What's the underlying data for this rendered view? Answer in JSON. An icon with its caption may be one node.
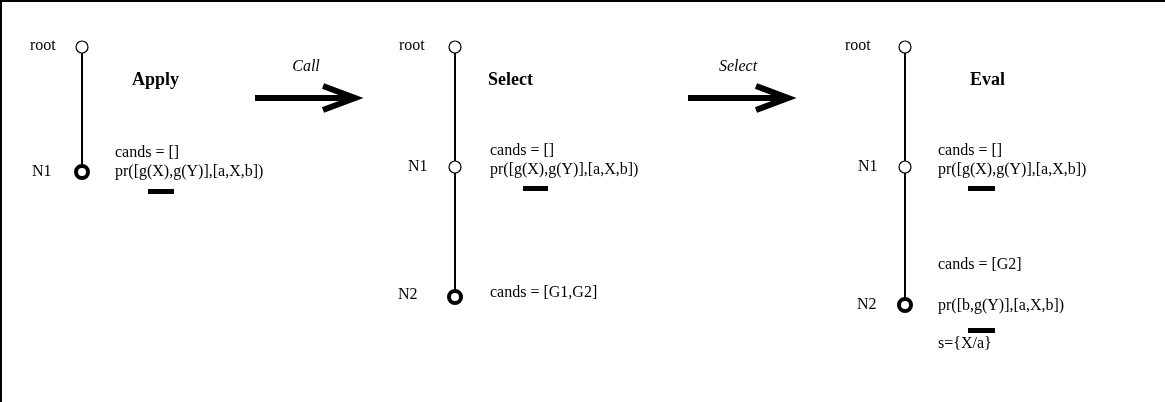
{
  "diagram": {
    "nodes": [
      {
        "text": [],
        "shape": "circle",
        "beside": [
          "root"
        ]
      },
      {
        "text": [],
        "shape": "ring",
        "beside": [
          "N1",
          "cands = []",
          "pr([g(X),g(Y)],[a,X,b])"
        ]
      },
      {
        "text": [],
        "shape": "circle",
        "beside": [
          "root"
        ]
      },
      {
        "text": [],
        "shape": "circle",
        "beside": [
          "N1",
          "cands = []",
          "pr([g(X),g(Y)],[a,X,b])"
        ]
      },
      {
        "text": [],
        "shape": "ring",
        "beside": [
          "N2",
          "cands = [G1,G2]"
        ]
      },
      {
        "text": [],
        "shape": "circle",
        "beside": [
          "root"
        ]
      },
      {
        "text": [],
        "shape": "circle",
        "beside": [
          "N1",
          "cands = []",
          "pr([g(X),g(Y)],[a,X,b])"
        ]
      },
      {
        "text": [],
        "shape": "ring",
        "beside": [
          "N2",
          "cands = [G2]",
          "pr([b,g(Y)],[a,X,b])",
          "s={X/a}"
        ]
      }
    ],
    "edges": [
      {
        "from": 0,
        "to": 1,
        "arrow": "none"
      },
      {
        "from": 2,
        "to": 3,
        "arrow": "none"
      },
      {
        "from": 3,
        "to": 4,
        "arrow": "none"
      },
      {
        "from": 5,
        "to": 6,
        "arrow": "none"
      },
      {
        "from": 6,
        "to": 7,
        "arrow": "none"
      }
    ],
    "labels": [
      "Apply",
      "Call",
      "Select",
      "Select",
      "Eval"
    ]
  }
}
